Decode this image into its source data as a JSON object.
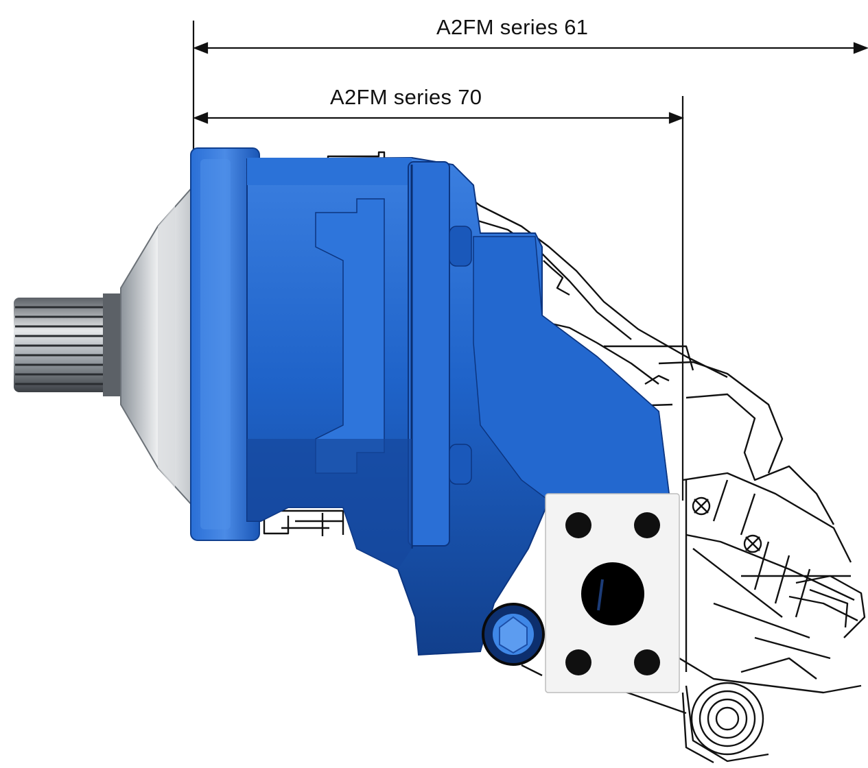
{
  "dimensions": {
    "series_61_label": "A2FM series 61",
    "series_70_label": "A2FM series 70"
  },
  "colors": {
    "housing_blue": "#1f63c9",
    "housing_blue_dark": "#0f3f8f",
    "housing_blue_light": "#4b8be6",
    "line_drawing": "#111111",
    "shaft_steel": "#9aa0a6",
    "port_plate": "#f3f3f3"
  },
  "illustration": {
    "product": "axial-piston-motor",
    "rendered_part": "motor-housing",
    "background_part": "outline-drawing"
  }
}
